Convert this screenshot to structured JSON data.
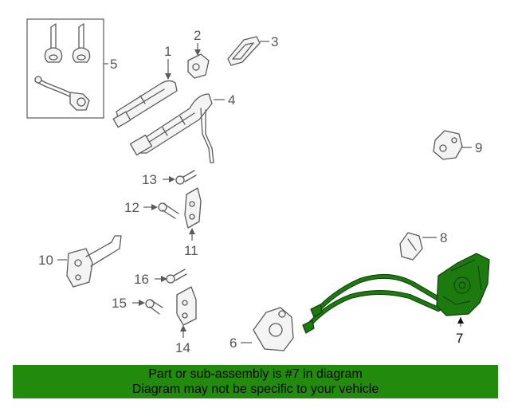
{
  "callouts": {
    "c1": "1",
    "c2": "2",
    "c3": "3",
    "c4": "4",
    "c5": "5",
    "c6": "6",
    "c7": "7",
    "c8": "8",
    "c9": "9",
    "c10": "10",
    "c11": "11",
    "c12": "12",
    "c13": "13",
    "c14": "14",
    "c15": "15",
    "c16": "16"
  },
  "highlighted_part": "7",
  "colors": {
    "highlight": "#228b0e",
    "linework": "#5a5a5a"
  },
  "banner": {
    "line1": "Part or sub-assembly is #7 in diagram",
    "line2": "Diagram may not be specific to your vehicle"
  }
}
